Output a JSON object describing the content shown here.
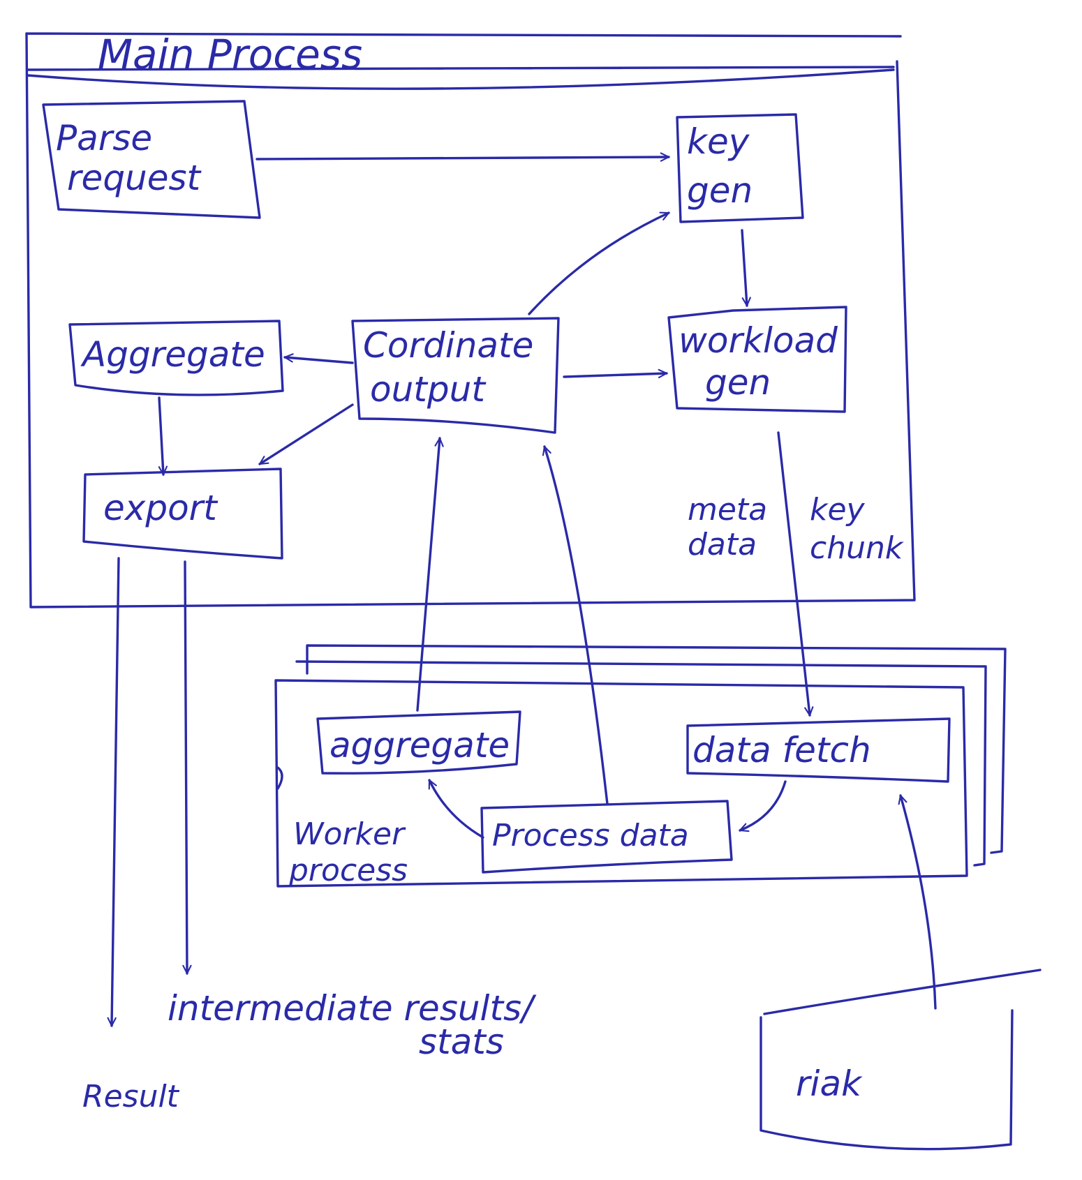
{
  "main_process": {
    "title": "Main Process"
  },
  "nodes": {
    "parse_request": [
      "Parse",
      "request"
    ],
    "key_gen": [
      "key",
      "gen"
    ],
    "aggregate_main": "Aggregate",
    "coordinate_output": [
      "Cordinate",
      "output"
    ],
    "workload_gen": [
      "workload",
      "gen"
    ],
    "export": "export",
    "aggregate_worker": "aggregate",
    "data_fetch": "data fetch",
    "process_data": "Process data",
    "riak": "riak"
  },
  "labels": {
    "meta_data": [
      "meta",
      "data"
    ],
    "key_chunk": [
      "key",
      "chunk"
    ],
    "worker_process": [
      "Worker",
      "process"
    ],
    "intermediate": [
      "intermediate results/",
      "stats"
    ],
    "result": "Result"
  },
  "colors": {
    "ink": "#2a2aa8",
    "paper": "#ffffff"
  }
}
